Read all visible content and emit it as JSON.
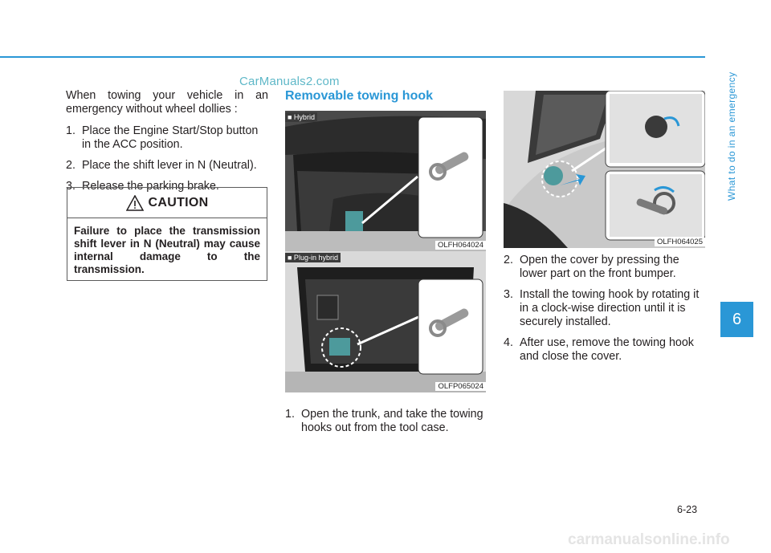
{
  "watermark_top": "CarManuals2.com",
  "intro": "When towing your vehicle in an emergency without wheel dollies :",
  "steps_left": [
    {
      "num": "1.",
      "text": "Place the Engine Start/Stop button in the ACC position."
    },
    {
      "num": "2.",
      "text": "Place the shift lever in N (Neutral)."
    },
    {
      "num": "3.",
      "text": "Release the parking brake."
    }
  ],
  "caution": {
    "title": "CAUTION",
    "text": "Failure to place the transmission shift lever in N (Neutral) may cause internal damage to the transmission."
  },
  "section_title": "Removable towing hook",
  "figures": {
    "hybrid_label": "■ Hybrid",
    "hybrid_code": "OLFH064024",
    "plugin_label": "■ Plug-in hybrid",
    "plugin_code": "OLFP065024",
    "bumper_code": "OLFH064025"
  },
  "step_middle": {
    "num": "1.",
    "text": "Open the trunk, and take the towing hooks out from the tool case."
  },
  "steps_right": [
    {
      "num": "2.",
      "text": "Open the cover by pressing the lower part on the front bumper."
    },
    {
      "num": "3.",
      "text": "Install the towing hook by rotating it in a clock-wise direction until it is securely installed."
    },
    {
      "num": "4.",
      "text": "After use, remove the towing hook and close the cover."
    }
  ],
  "chapter_tab": "6",
  "chapter_title": "What to do in an emergency",
  "page_number": "6-23",
  "watermark_bottom": "carmanualsonline.info",
  "colors": {
    "accent": "#2a97d6",
    "text": "#231f20"
  }
}
